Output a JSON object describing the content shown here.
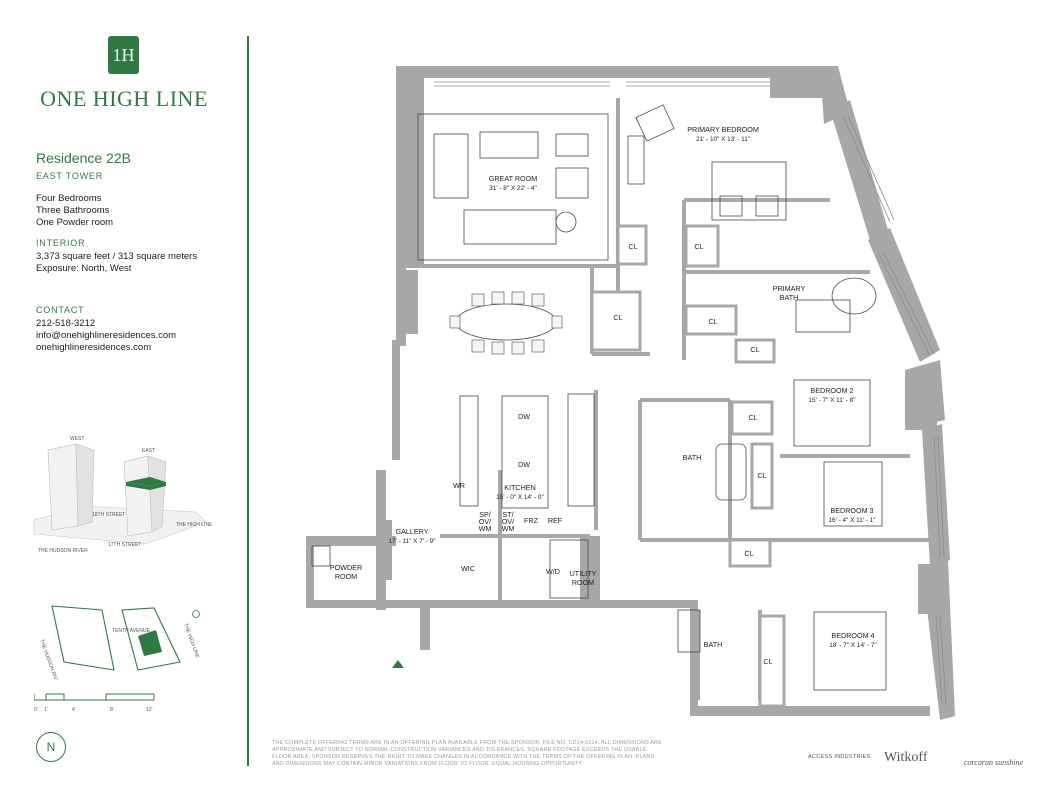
{
  "logo": {
    "monogram": "1H",
    "name": "ONE HIGH LINE"
  },
  "residence": {
    "title": "Residence 22B",
    "tower": "EAST TOWER"
  },
  "features": [
    "Four Bedrooms",
    "Three Bathrooms",
    "One Powder room"
  ],
  "interior": {
    "heading": "INTERIOR",
    "area": "3,373 square feet / 313 square meters",
    "exposure": "Exposure: North, West"
  },
  "contact": {
    "heading": "CONTACT",
    "phone": "212-518-3212",
    "email": "info@onehighlineresidences.com",
    "website": "onehighlineresidences.com"
  },
  "key_map": {
    "west": "WEST",
    "east": "EAST",
    "street_18": "18TH STREET",
    "street_17": "17TH STREET",
    "high_line": "THE HIGH LINE",
    "hudson": "THE HUDSON RIVER",
    "site_label": "THE HUDSON RIVER",
    "highline_label": "THE HIGH LINE",
    "tenth_ave": "TENTH AVENUE"
  },
  "scale": {
    "ticks": [
      "0'",
      "1'",
      "4'",
      "8'",
      "12'"
    ]
  },
  "compass": "N",
  "rooms": {
    "great_room": {
      "name": "GREAT ROOM",
      "dims": "31' - 8\" X 22' - 4\""
    },
    "primary_bedroom": {
      "name": "PRIMARY BEDROOM",
      "dims": "21' - 10\" X 13' - 11\""
    },
    "primary_bath": {
      "name1": "PRIMARY",
      "name2": "BATH"
    },
    "bedroom2": {
      "name": "BEDROOM 2",
      "dims": "15' - 7\" X 11' - 8\""
    },
    "bedroom3": {
      "name": "BEDROOM 3",
      "dims": "16' - 4\" X 11' - 1\""
    },
    "bedroom4": {
      "name": "BEDROOM 4",
      "dims": "18' - 7\" X 14' - 7\""
    },
    "kitchen": {
      "name": "KITCHEN",
      "dims": "15' - 0\" X 14' - 0\""
    },
    "gallery": {
      "name": "GALLERY",
      "dims": "17' - 11\" X 7' - 9\""
    },
    "powder": {
      "name1": "POWDER",
      "name2": "ROOM"
    },
    "utility": {
      "name1": "UTILITY",
      "name2": "ROOM"
    },
    "bath": "BATH",
    "bath2": "BATH",
    "wic": "WIC",
    "wd": "W/D",
    "wr": "WR",
    "dw": "DW",
    "ref": "REF",
    "frz": "FRZ",
    "sp": [
      "SP/",
      "OV/",
      "WM"
    ],
    "st": [
      "ST/",
      "OV/",
      "WM"
    ],
    "cl": "CL"
  },
  "disclaimer": "THE COMPLETE OFFERING TERMS ARE IN AN OFFERING PLAN AVAILABLE FROM THE SPONSOR. FILE NO. CD14-0214. ALL DIMENSIONS ARE APPROXIMATE AND SUBJECT TO NORMAL CONSTRUCTION VARIANCES AND TOLERANCES. SQUARE FOOTAGE EXCEEDS THE USABLE FLOOR AREA. SPONSOR RESERVES THE RIGHT TO MAKE CHANGES IN ACCORDANCE WITH THE TERMS OF THE OFFERING PLAN. PLANS AND DIMENSIONS MAY CONTAIN MINOR VARIATIONS FROM FLOOR TO FLOOR. EQUAL HOUSING OPPORTUNITY.",
  "brands": {
    "access": "ACCESS INDUSTRIES",
    "witkoff": "Witkoff",
    "corcoran": "corcoran sunshine"
  },
  "colors": {
    "brand_green": "#2f7a43",
    "wall_gray": "#a7a7a7"
  }
}
